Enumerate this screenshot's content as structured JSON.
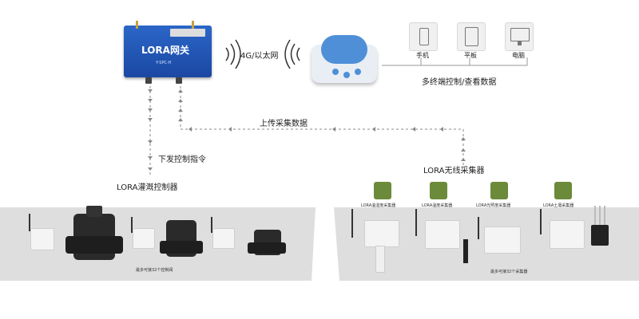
{
  "gateway": {
    "title": "LORA网关",
    "model": "Y-SPC-H"
  },
  "link_label": "4G/以太网",
  "terminals": {
    "items": [
      "手机",
      "平板",
      "电脑"
    ],
    "caption": "多终端控制/查看数据"
  },
  "flows": {
    "upload": "上传采集数据",
    "download": "下发控制指令"
  },
  "controller_group": {
    "title": "LORA灌溉控制器",
    "footnote": "最多可接32个控制阀"
  },
  "collector_group": {
    "title": "LORA无线采集器",
    "footnote": "最多可接32个采集器",
    "devices": [
      "LORA温湿度采集器",
      "LORA温度采集器",
      "LORA光照度采集器",
      "LORA土壤采集器"
    ]
  }
}
